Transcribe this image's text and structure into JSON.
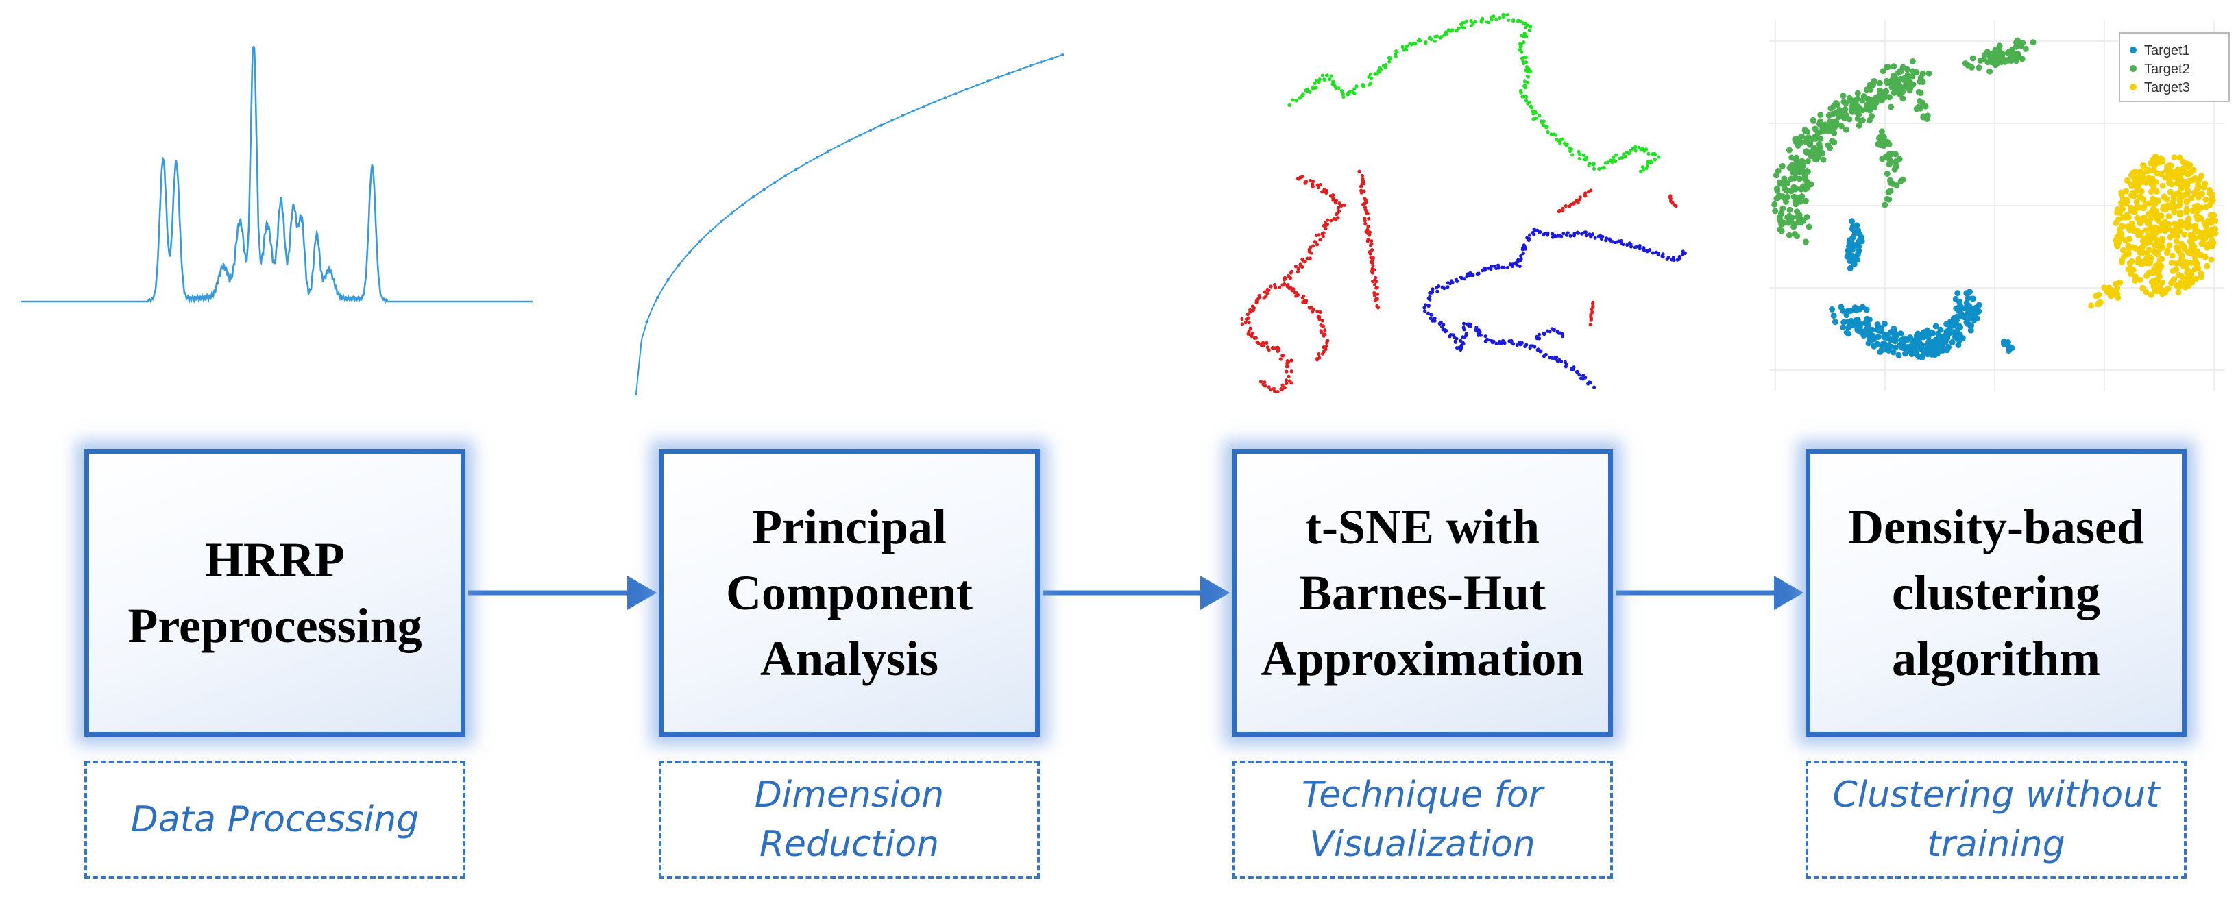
{
  "steps": [
    {
      "title": "HRRP Preprocessing",
      "note": "Data Processing"
    },
    {
      "title": "Principal Component Analysis",
      "note": "Dimension Reduction"
    },
    {
      "title": "t-SNE with Barnes-Hut Approximation",
      "note": "Technique for Visualization"
    },
    {
      "title": "Density-based clustering algorithm",
      "note": "Clustering without training"
    }
  ],
  "legend": {
    "items": [
      "Target1",
      "Target2",
      "Target3"
    ]
  },
  "colors": {
    "box_border": "#2f6ec4",
    "arrow": "#3a78cc",
    "note_text": "#2f6fc0",
    "signal": "#3a9ad9",
    "tsne_green": "#22e022",
    "tsne_red": "#e02020",
    "tsne_blue": "#1a1ae0",
    "target1": "#0e8fc8",
    "target2": "#4caf50",
    "target3": "#f5d000"
  }
}
